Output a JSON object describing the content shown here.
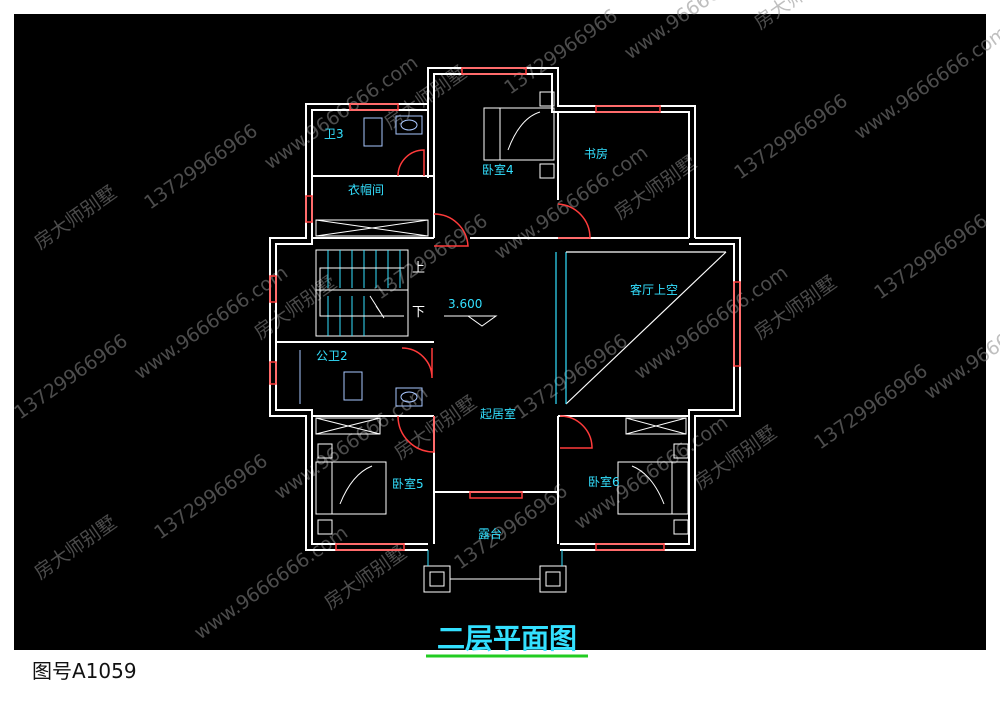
{
  "drawing": {
    "title": "二层平面图",
    "code": "图号A1059",
    "elevation": "3.600",
    "stairs": {
      "up": "上",
      "down": "下"
    },
    "rooms": [
      {
        "id": "wc3",
        "label": "卫3"
      },
      {
        "id": "closet",
        "label": "衣帽间"
      },
      {
        "id": "bedroom4",
        "label": "卧室4"
      },
      {
        "id": "study",
        "label": "书房"
      },
      {
        "id": "living-void",
        "label": "客厅上空"
      },
      {
        "id": "public-wc2",
        "label": "公卫2"
      },
      {
        "id": "family-room",
        "label": "起居室"
      },
      {
        "id": "bedroom5",
        "label": "卧室5"
      },
      {
        "id": "bedroom6",
        "label": "卧室6"
      },
      {
        "id": "terrace",
        "label": "露台"
      }
    ]
  },
  "watermarks": {
    "brand": "房大师别墅",
    "phone": "13729966966",
    "site": "www.9666666.com"
  },
  "colors": {
    "background": "#000000",
    "wall": "#ffffff",
    "window": "#ff3b3b",
    "door": "#ff3b3b",
    "label": "#33e0ff",
    "fixture": "#a9c7ff",
    "title": "#33e0ff",
    "title_underline": "#22cc22",
    "watermark": "#8a8a8a"
  }
}
